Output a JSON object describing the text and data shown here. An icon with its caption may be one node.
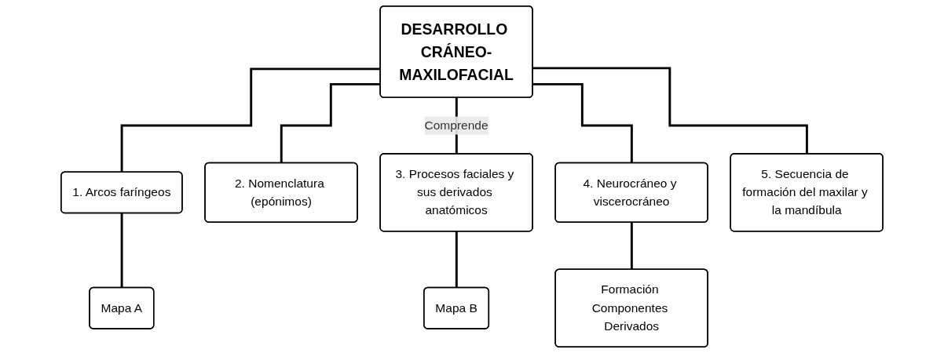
{
  "diagram": {
    "nodes": [
      {
        "text": [
          "DESARROLLO CRÁNEO-MAXILOFACIAL"
        ]
      },
      {
        "text": [
          "1. Arcos faríngeos"
        ]
      },
      {
        "text": [
          "2. Nomenclatura (epónimos)"
        ]
      },
      {
        "text": [
          "3. Procesos faciales y sus derivados anatómicos"
        ]
      },
      {
        "text": [
          "4. Neurocráneo y viscerocráneo"
        ]
      },
      {
        "text": [
          "5. Secuencia de formación del maxilar y la mandíbula"
        ]
      },
      {
        "text": [
          "Mapa A"
        ]
      },
      {
        "text": [
          "Mapa B"
        ]
      },
      {
        "text": [
          "Formación Componentes Derivados"
        ]
      }
    ],
    "edges": [
      {
        "from": 0,
        "to": 1,
        "arrow": "none"
      },
      {
        "from": 0,
        "to": 2,
        "arrow": "none"
      },
      {
        "from": 0,
        "to": 3,
        "arrow": "none",
        "label": "Comprende"
      },
      {
        "from": 0,
        "to": 4,
        "arrow": "none"
      },
      {
        "from": 0,
        "to": 5,
        "arrow": "none"
      },
      {
        "from": 1,
        "to": 6,
        "arrow": "none"
      },
      {
        "from": 3,
        "to": 7,
        "arrow": "none"
      },
      {
        "from": 4,
        "to": 8,
        "arrow": "none"
      }
    ]
  }
}
